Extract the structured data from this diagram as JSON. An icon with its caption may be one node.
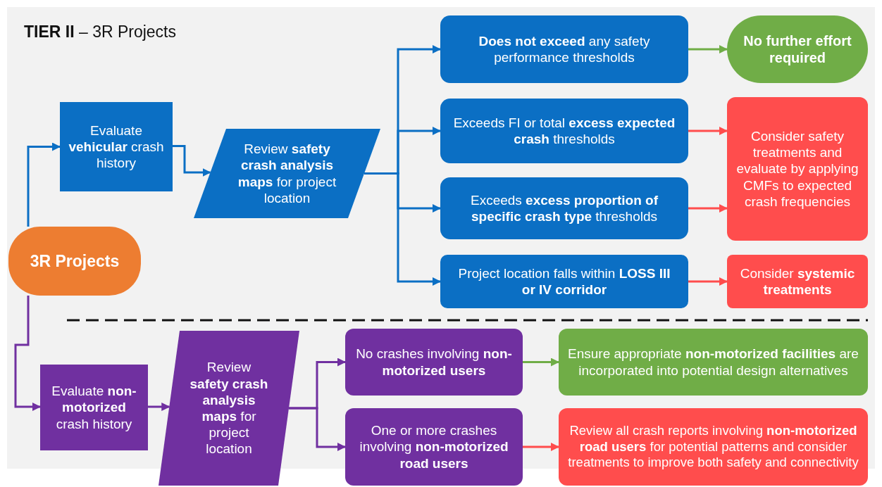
{
  "diagram": {
    "title": "**TIER II** – 3R Projects",
    "nodes": [
      {
        "text": [
          "3R Projects"
        ]
      },
      {
        "text": [
          "Evaluate **vehicular** crash history"
        ]
      },
      {
        "text": [
          "Review **safety crash analysis maps** for project location"
        ]
      },
      {
        "text": [
          "**Does not exceed** any safety performance thresholds"
        ]
      },
      {
        "text": [
          "Exceeds FI or total **excess expected crash** thresholds"
        ]
      },
      {
        "text": [
          "Exceeds **excess proportion of specific crash type** thresholds"
        ]
      },
      {
        "text": [
          "Project location falls within **LOSS III or IV corridor**"
        ]
      },
      {
        "text": [
          "No further effort required"
        ]
      },
      {
        "text": [
          "Consider safety treatments and evaluate by applying CMFs to expected crash frequencies"
        ]
      },
      {
        "text": [
          "Consider **systemic treatments**"
        ]
      },
      {
        "text": [
          "Evaluate **non-motorized** crash history"
        ]
      },
      {
        "text": [
          "Review **safety crash analysis maps** for project location"
        ]
      },
      {
        "text": [
          "No crashes involving **non-motorized users**"
        ]
      },
      {
        "text": [
          "One or more crashes involving **non-motorized road users**"
        ]
      },
      {
        "text": [
          "Ensure appropriate **non-motorized facilities** are incorporated into potential design alternatives"
        ]
      },
      {
        "text": [
          "Review all crash reports involving **non-motorized road users** for potential patterns and consider treatments to improve both safety and connectivity"
        ]
      }
    ],
    "edges": [
      {
        "from": 0,
        "to": 1,
        "arrow": "to"
      },
      {
        "from": 1,
        "to": 2,
        "arrow": "to"
      },
      {
        "from": 2,
        "to": 3,
        "arrow": "to"
      },
      {
        "from": 2,
        "to": 4,
        "arrow": "to"
      },
      {
        "from": 2,
        "to": 5,
        "arrow": "to"
      },
      {
        "from": 2,
        "to": 6,
        "arrow": "to"
      },
      {
        "from": 3,
        "to": 7,
        "arrow": "to",
        "color": "#70ad47"
      },
      {
        "from": 4,
        "to": 8,
        "arrow": "to",
        "color": "#ff4d4d"
      },
      {
        "from": 5,
        "to": 8,
        "arrow": "to",
        "color": "#ff4d4d"
      },
      {
        "from": 6,
        "to": 9,
        "arrow": "to",
        "color": "#ff4d4d"
      },
      {
        "from": 0,
        "to": 10,
        "arrow": "to",
        "color": "#7030a0"
      },
      {
        "from": 10,
        "to": 11,
        "arrow": "to",
        "color": "#7030a0"
      },
      {
        "from": 11,
        "to": 12,
        "arrow": "to",
        "color": "#7030a0"
      },
      {
        "from": 11,
        "to": 13,
        "arrow": "to",
        "color": "#7030a0"
      },
      {
        "from": 12,
        "to": 14,
        "arrow": "to",
        "color": "#70ad47"
      },
      {
        "from": 13,
        "to": 15,
        "arrow": "to",
        "color": "#ff4d4d"
      }
    ]
  }
}
